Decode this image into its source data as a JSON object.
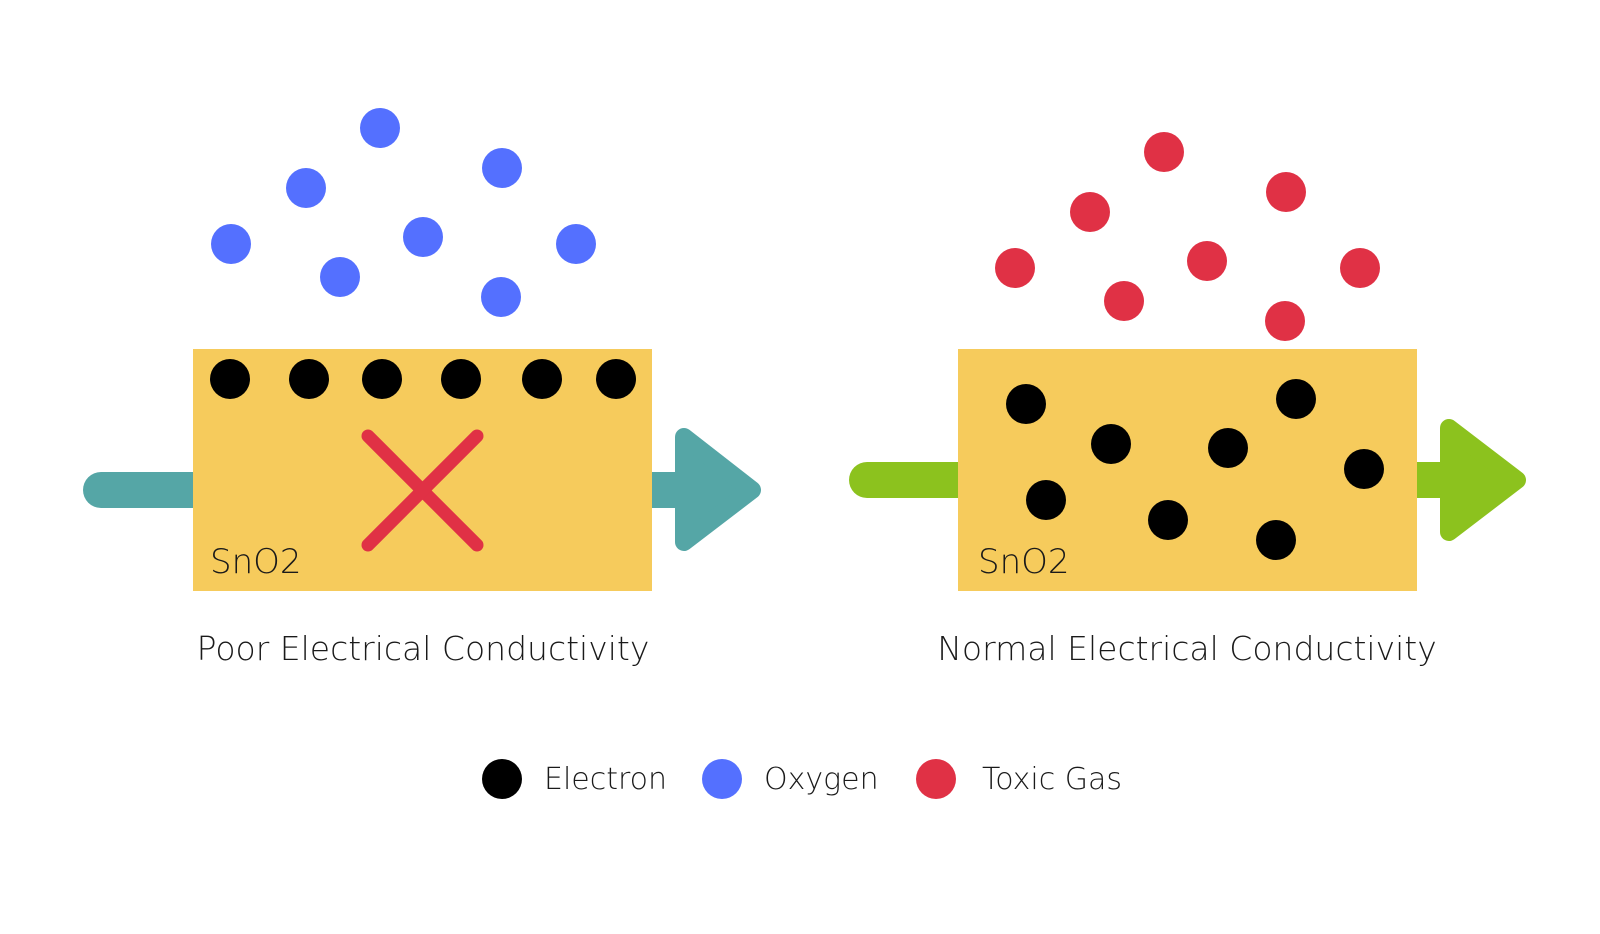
{
  "panels": [
    {
      "material": "SnO2",
      "caption": "Poor Electrical Conductivity",
      "gas_type": "Oxygen",
      "blocked": true
    },
    {
      "material": "SnO2",
      "caption": "Normal Electrical Conductivity",
      "gas_type": "Toxic Gas",
      "blocked": false
    }
  ],
  "legend": [
    {
      "label": "Electron",
      "color": "#000000"
    },
    {
      "label": "Oxygen",
      "color": "#5470ff"
    },
    {
      "label": "Toxic Gas",
      "color": "#e03145"
    }
  ],
  "colors": {
    "material_block": "#f6cb5c",
    "electron": "#000000",
    "oxygen": "#5470ff",
    "toxic_gas": "#e03145",
    "arrow_blocked": "#55a6a6",
    "arrow_normal": "#8cc21e",
    "blocked_mark": "#e03145"
  },
  "icons": {
    "blocked_mark": "cross-icon",
    "current_flow": "arrow-right-icon"
  }
}
